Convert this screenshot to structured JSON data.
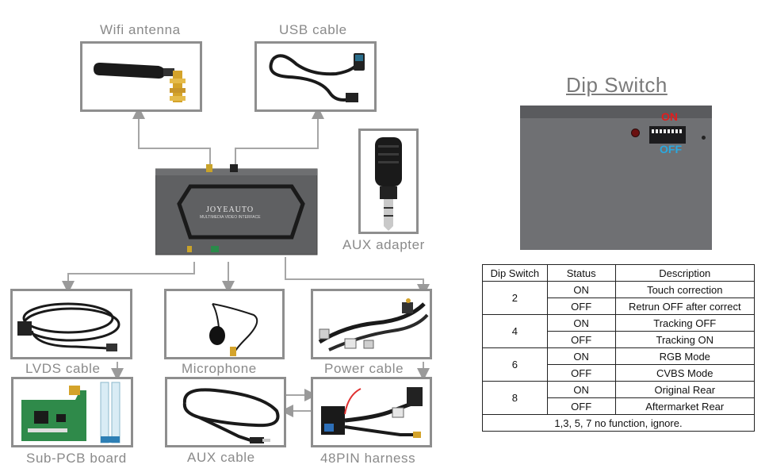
{
  "components": {
    "wifi_antenna": "Wifi antenna",
    "usb_cable": "USB cable",
    "aux_adapter": "AUX adapter",
    "lvds_cable": "LVDS cable",
    "microphone": "Microphone",
    "power_cable": "Power cable",
    "sub_pcb_board": "Sub-PCB board",
    "aux_cable": "AUX cable",
    "harness_48pin": "48PIN harness"
  },
  "main_unit": {
    "brand": "JOYEAUTO",
    "subtitle": "MULTIMEDIA VIDEO INTERFACE"
  },
  "dip_switch": {
    "title": "Dip Switch",
    "on_label": "ON",
    "off_label": "OFF",
    "colors": {
      "on": "#e31c1c",
      "off": "#2aa9e0"
    }
  },
  "dip_table": {
    "headers": [
      "Dip Switch",
      "Status",
      "Description"
    ],
    "groups": [
      {
        "switch": "2",
        "rows": [
          {
            "status": "ON",
            "desc": "Touch correction"
          },
          {
            "status": "OFF",
            "desc": "Retrun OFF after correct"
          }
        ]
      },
      {
        "switch": "4",
        "rows": [
          {
            "status": "ON",
            "desc": "Tracking OFF"
          },
          {
            "status": "OFF",
            "desc": "Tracking ON"
          }
        ]
      },
      {
        "switch": "6",
        "rows": [
          {
            "status": "ON",
            "desc": "RGB Mode"
          },
          {
            "status": "OFF",
            "desc": "CVBS Mode"
          }
        ]
      },
      {
        "switch": "8",
        "rows": [
          {
            "status": "ON",
            "desc": "Original Rear"
          },
          {
            "status": "OFF",
            "desc": "Aftermarket Rear"
          }
        ]
      }
    ],
    "footer": "1,3, 5, 7 no function, ignore."
  }
}
